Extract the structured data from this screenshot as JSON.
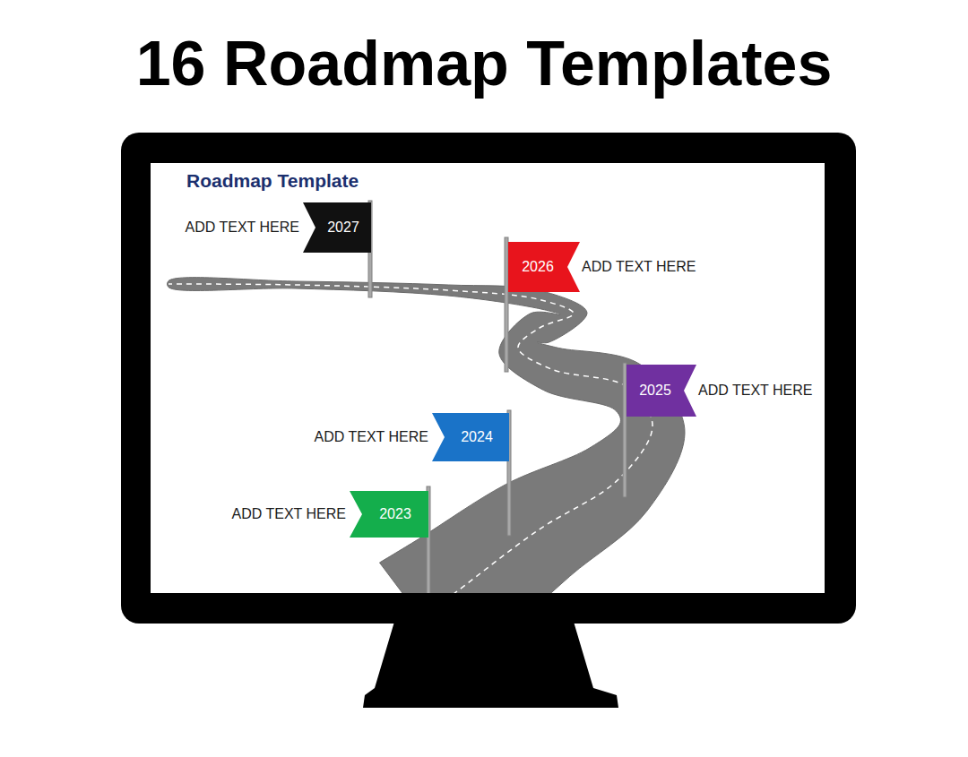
{
  "diagram": {
    "title": "16 Roadmap Templates",
    "nodes": [
      {
        "text": [
          "2027",
          "ADD TEXT HERE"
        ]
      },
      {
        "text": [
          "2026",
          "ADD TEXT HERE"
        ]
      },
      {
        "text": [
          "2025",
          "ADD TEXT HERE"
        ]
      },
      {
        "text": [
          "2024",
          "ADD TEXT HERE"
        ]
      },
      {
        "text": [
          "2023",
          "ADD TEXT HERE"
        ]
      }
    ],
    "labels": [
      "Roadmap Template"
    ]
  }
}
